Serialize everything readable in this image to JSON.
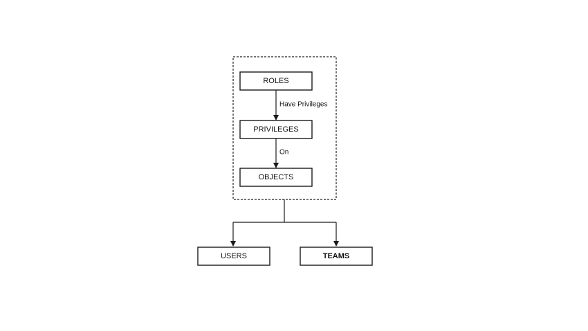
{
  "diagram": {
    "nodes": {
      "roles": "ROLES",
      "privileges": "PRIVILEGES",
      "objects": "OBJECTS",
      "users": "USERS",
      "teams": "TEAMS"
    },
    "edges": {
      "roles_to_privileges": "Have Privileges",
      "privileges_to_objects": "On"
    }
  }
}
